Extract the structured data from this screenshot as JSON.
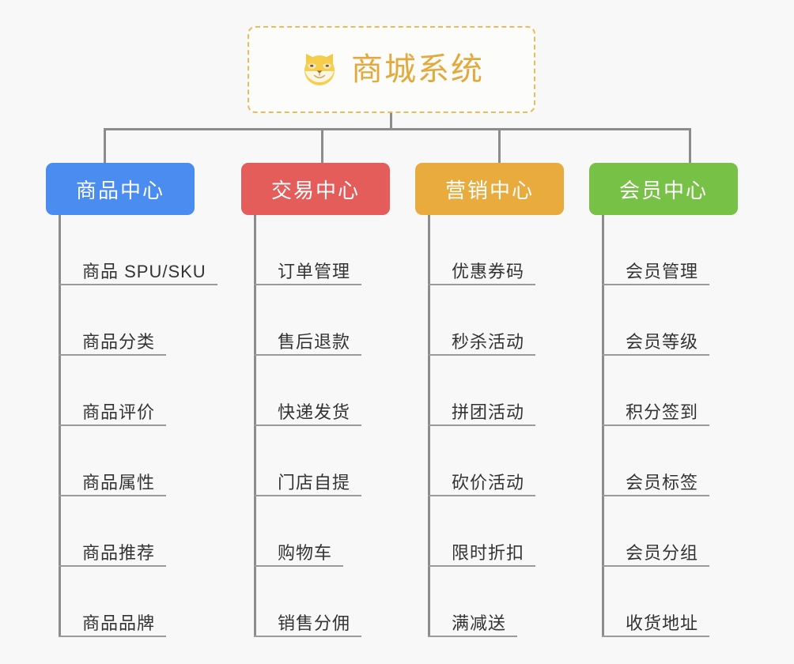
{
  "root": {
    "title": "商城系统",
    "icon": "shiba-dog-face-icon",
    "border_color": "#ecbc5a",
    "text_color": "#e3a93c"
  },
  "connector_color": "#8c8c8c",
  "background_color": "#f8f8f8",
  "columns": [
    {
      "name": "商品中心",
      "color": "#4a8cf0",
      "items": [
        "商品 SPU/SKU",
        "商品分类",
        "商品评价",
        "商品属性",
        "商品推荐",
        "商品品牌"
      ]
    },
    {
      "name": "交易中心",
      "color": "#e45d5a",
      "items": [
        "订单管理",
        "售后退款",
        "快递发货",
        "门店自提",
        "购物车",
        "销售分佣"
      ]
    },
    {
      "name": "营销中心",
      "color": "#e9ab3d",
      "items": [
        "优惠券码",
        "秒杀活动",
        "拼团活动",
        "砍价活动",
        "限时折扣",
        "满减送"
      ]
    },
    {
      "name": "会员中心",
      "color": "#78c147",
      "items": [
        "会员管理",
        "会员等级",
        "积分签到",
        "会员标签",
        "会员分组",
        "收货地址"
      ]
    }
  ]
}
